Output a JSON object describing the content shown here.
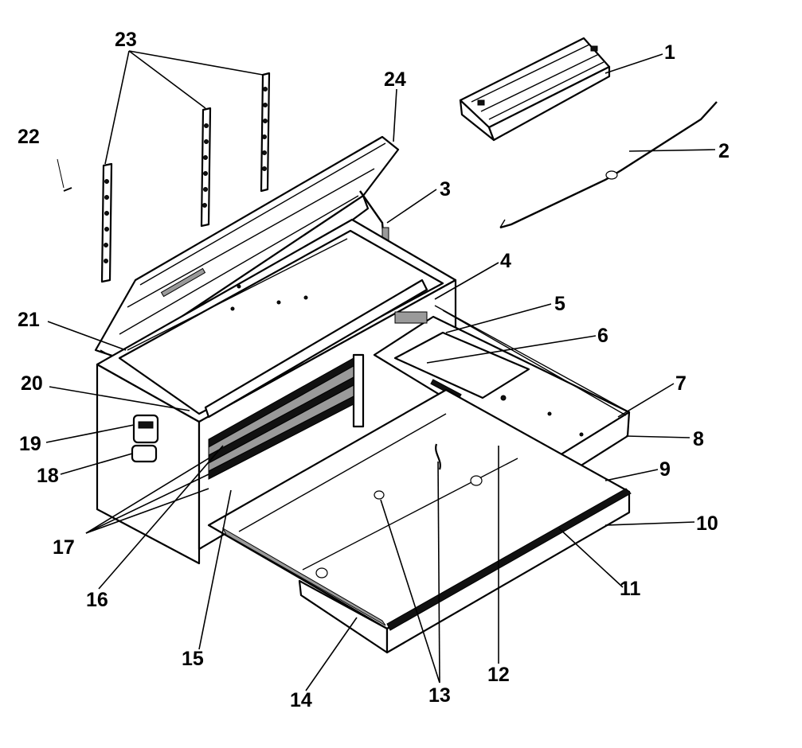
{
  "diagram": {
    "callouts": [
      "1",
      "2",
      "3",
      "4",
      "5",
      "6",
      "7",
      "8",
      "9",
      "10",
      "11",
      "12",
      "13",
      "14",
      "15",
      "16",
      "17",
      "18",
      "19",
      "20",
      "21",
      "22",
      "23",
      "24"
    ]
  }
}
